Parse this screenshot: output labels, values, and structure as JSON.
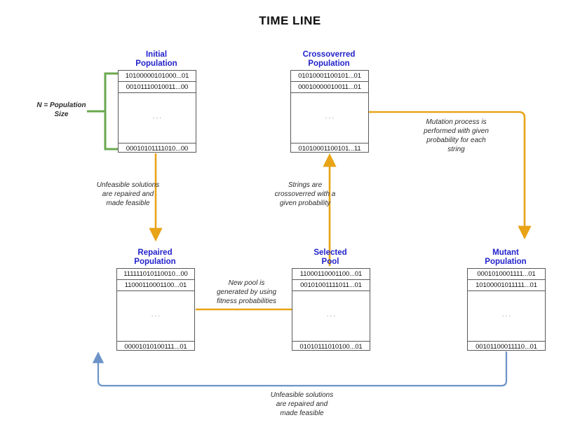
{
  "title": "TIME LINE",
  "colors": {
    "heading_blue": "#2222cc",
    "bracket_green": "#6aa84f",
    "arrow_orange": "#e8a317",
    "loop_blue": "#6d93c8",
    "box_border": "#595959",
    "text": "#2b2b2b"
  },
  "boxes": {
    "initial": {
      "title": "Initial\nPopulation",
      "rows": [
        "10100000101000...01",
        "00101110010011...00"
      ],
      "dots": "·\n·\n·",
      "last_row": "00010101111010...00"
    },
    "crossoverred": {
      "title": "Crossoverred\nPopulation",
      "rows": [
        "01010001100101...01",
        "00010000010011...01"
      ],
      "dots": "·\n·\n·",
      "last_row": "01010001100101...11"
    },
    "repaired": {
      "title": "Repaired\nPopulation",
      "rows": [
        "111111010110010...00",
        "11000110001100...01"
      ],
      "dots": "·\n·\n·",
      "last_row": "00001010100111...01"
    },
    "selected": {
      "title": "Selected\nPool",
      "rows": [
        "11000110001100...01",
        "00101001111011...01"
      ],
      "dots": "·\n·\n·",
      "last_row": "01010111010100...01"
    },
    "mutant": {
      "title": "Mutant\nPopulation",
      "rows": [
        "0001010001111...01",
        "10100001011111...01"
      ],
      "dots": "·\n·\n·",
      "last_row": "00101100011110...01"
    }
  },
  "notes": {
    "population_size": "N = Population\nSize",
    "repair_top": "Unfeasible solutions\nare repaired and\nmade feasible",
    "crossover": "Strings are\ncrossoverred with a\ngiven probability",
    "mutation": "Mutation process is\nperformed with given\nprobability for each\nstring",
    "new_pool": "New pool is\ngenerated by using\nfitness probabilities",
    "repair_bottom": "Unfeasible solutions\nare repaired and\nmade feasible"
  }
}
